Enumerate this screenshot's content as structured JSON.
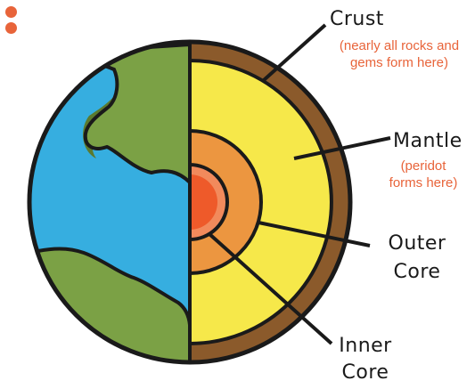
{
  "menu": {
    "icon": "more-vertical-icon"
  },
  "labels": {
    "crust": {
      "title": "Crust",
      "note_lines": [
        "(nearly all rocks and",
        "gems form here)"
      ]
    },
    "mantle": {
      "title": "Mantle",
      "note_lines": [
        "(peridot",
        "forms here)"
      ]
    },
    "outer_core": {
      "title_lines": [
        "Outer",
        "Core"
      ]
    },
    "inner_core": {
      "title_lines": [
        "Inner",
        "Core"
      ]
    }
  },
  "colors": {
    "ocean": "#36aee0",
    "land": "#7ba145",
    "land_shadow": "#5b7a2e",
    "crust": "#8b5a2b",
    "mantle": "#f6e84a",
    "outer_core": "#ec9640",
    "inner_core": "#ee5a2a",
    "inner_core_glow": "#f28a5c",
    "outline": "#1a1a1a",
    "note_text": "#e8643a",
    "menu_dots": "#e8643a"
  }
}
